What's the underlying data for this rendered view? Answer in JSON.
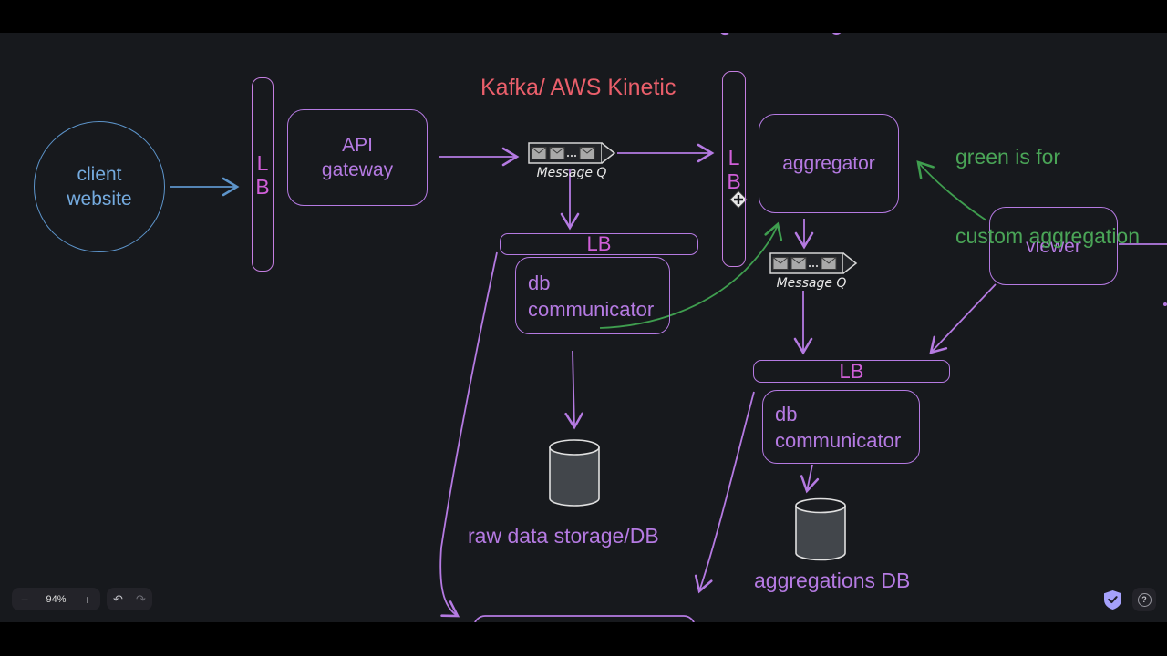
{
  "nodes": {
    "client": {
      "lines": [
        "client",
        "website"
      ]
    },
    "lb1": {
      "lines": [
        "L",
        "B"
      ]
    },
    "api_gateway": {
      "lines": [
        "API",
        "gateway"
      ]
    },
    "lb2": {
      "lines": [
        "L",
        "B"
      ]
    },
    "aggregator": {
      "label": "aggregator"
    },
    "viewer": {
      "label": "viewer"
    },
    "lb_mid": {
      "label": "LB"
    },
    "db_comm_mid": {
      "lines": [
        "db",
        "communicator"
      ]
    },
    "lb_right": {
      "label": "LB"
    },
    "db_comm_right": {
      "lines": [
        "db",
        "communicator"
      ]
    },
    "mq1": {
      "label": "Message Q"
    },
    "mq2": {
      "label": "Message Q"
    }
  },
  "labels": {
    "kafka": "Kafka/ AWS Kinetic",
    "green_note_lines": [
      "green is for",
      "custom aggregation"
    ],
    "raw_db": "raw data storage/DB",
    "agg_db": "aggregations DB"
  },
  "controls": {
    "zoom_out": "−",
    "zoom_level": "94%",
    "zoom_in": "+",
    "undo": "↶",
    "redo": "↷",
    "help": "?"
  },
  "colors": {
    "canvas_bg": "#17191d",
    "violet": "#b57ae2",
    "magenta": "#d05fd8",
    "blue": "#5d94ca",
    "red": "#ea5f6b",
    "green": "#4aa557",
    "white_ink": "#e6e6e6",
    "panel_bg": "#232329",
    "shield": "#a5a1fb"
  }
}
